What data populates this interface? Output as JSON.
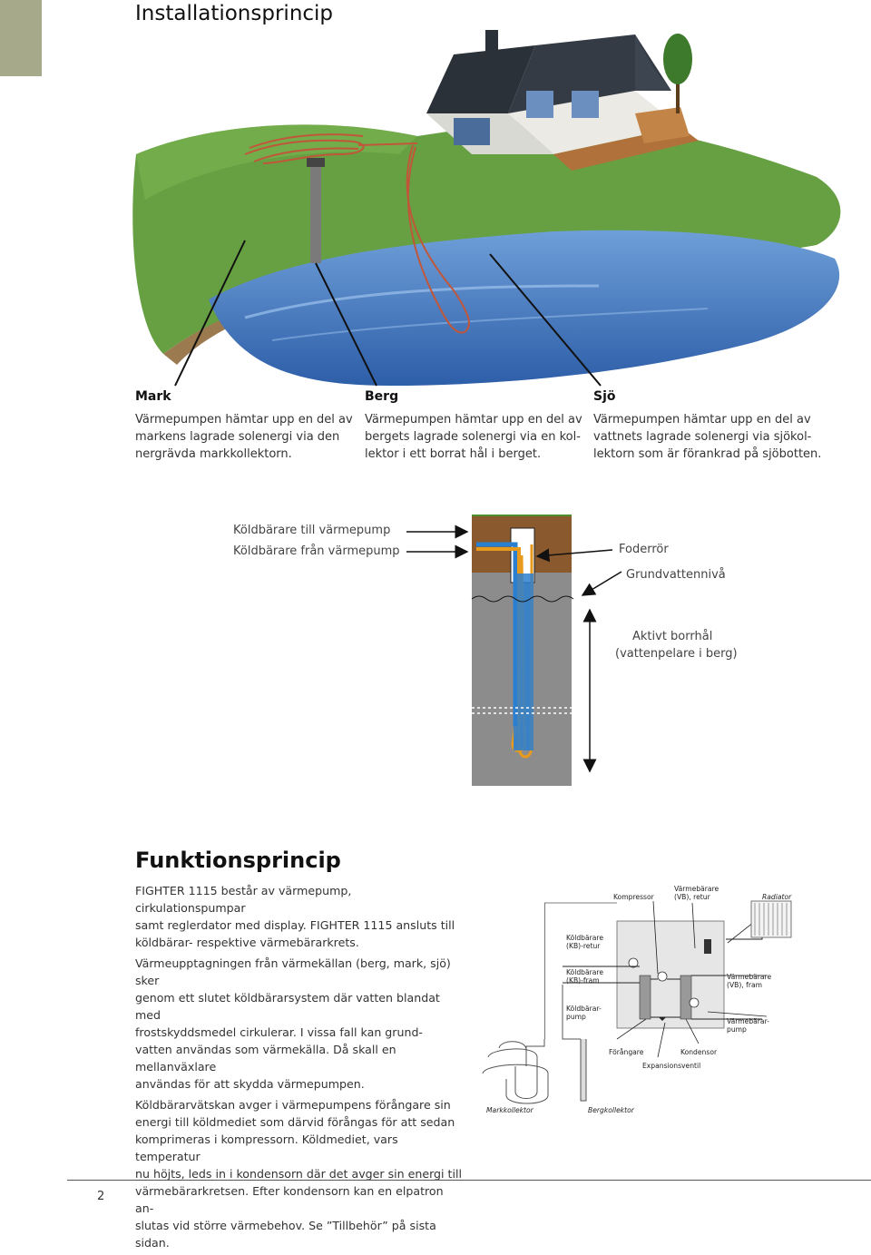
{
  "page": {
    "title": "Installationsprincip",
    "page_number": "2"
  },
  "sources": [
    {
      "heading": "Mark",
      "text_lines": [
        "Värmepumpen hämtar upp en del av",
        "markens  lagrade solenergi via den",
        "nergrävda markkollektorn."
      ]
    },
    {
      "heading": "Berg",
      "text_lines": [
        "Värmepumpen hämtar upp en del av",
        "bergets lagrade solenergi via en kol-",
        "lektor i ett borrat hål i berget."
      ]
    },
    {
      "heading": "Sjö",
      "text_lines": [
        "Värmepumpen hämtar upp en del av",
        "vattnets lagrade solenergi via sjökol-",
        "lektorn som är förankrad på sjöbotten."
      ]
    }
  ],
  "borehole": {
    "to_pump": "Köldbärare till värmepump",
    "from_pump": "Köldbärare från värmepump",
    "casing": "Foderrör",
    "groundwater": "Grundvattennivå",
    "active_line1": "Aktivt borrhål",
    "active_line2": "(vattenpelare i berg)"
  },
  "function": {
    "heading": "Funktionsprincip",
    "paragraphs": [
      [
        "FIGHTER 1115 består av värmepump, cirkulationspumpar",
        "samt reglerdator med display. FIGHTER 1115 ansluts till",
        "köldbärar- respektive värmebärarkrets."
      ],
      [
        "Värmeupptagningen från värmekällan (berg, mark, sjö) sker",
        "genom ett slutet köldbärarsystem där vatten blandat med",
        "frostskyddsmedel cirkulerar. I vissa fall kan grund-",
        "vatten användas som värmekälla. Då skall en mellanväxlare",
        "användas för att skydda värmepumpen."
      ],
      [
        "Köldbärarvätskan avger i värmepumpens förångare sin",
        "energi till köldmediet som därvid förångas för att sedan",
        "komprimeras i kompressorn. Köldmediet, vars temperatur",
        "nu höjts, leds in i  kondensorn där det avger sin energi till",
        "värmebärarkretsen. Efter kondensorn kan en elpatron an-",
        "slutas vid större värmebehov. Se ”Tillbehör” på sista sidan."
      ]
    ]
  },
  "schematic": {
    "kompressor": "Kompressor",
    "vb_retur_1": "Värmebärare",
    "vb_retur_2": "(VB), retur",
    "radiator": "Radiator",
    "kb_retur_1": "Köldbärare",
    "kb_retur_2": "(KB)-retur",
    "kb_fram_1": "Köldbärare",
    "kb_fram_2": "(KB)-fram",
    "kb_pump_1": "Köldbärar-",
    "kb_pump_2": "pump",
    "vb_fram_1": "Värmebärare",
    "vb_fram_2": "(VB), fram",
    "vb_pump_1": "Värmebärar-",
    "vb_pump_2": "pump",
    "forangare": "Förångare",
    "kondensor": "Kondensor",
    "expansionsventil": "Expansionsventil",
    "markkollektor": "Markkollektor",
    "bergkollektor": "Bergkollektor"
  },
  "colors": {
    "grass": "#5f9a3c",
    "water": "#3f6fb5",
    "soil": "#8a5a2e",
    "rock": "#8c8c8c",
    "pipe_blue": "#2b7fd0",
    "pipe_orange": "#e89a1c"
  }
}
